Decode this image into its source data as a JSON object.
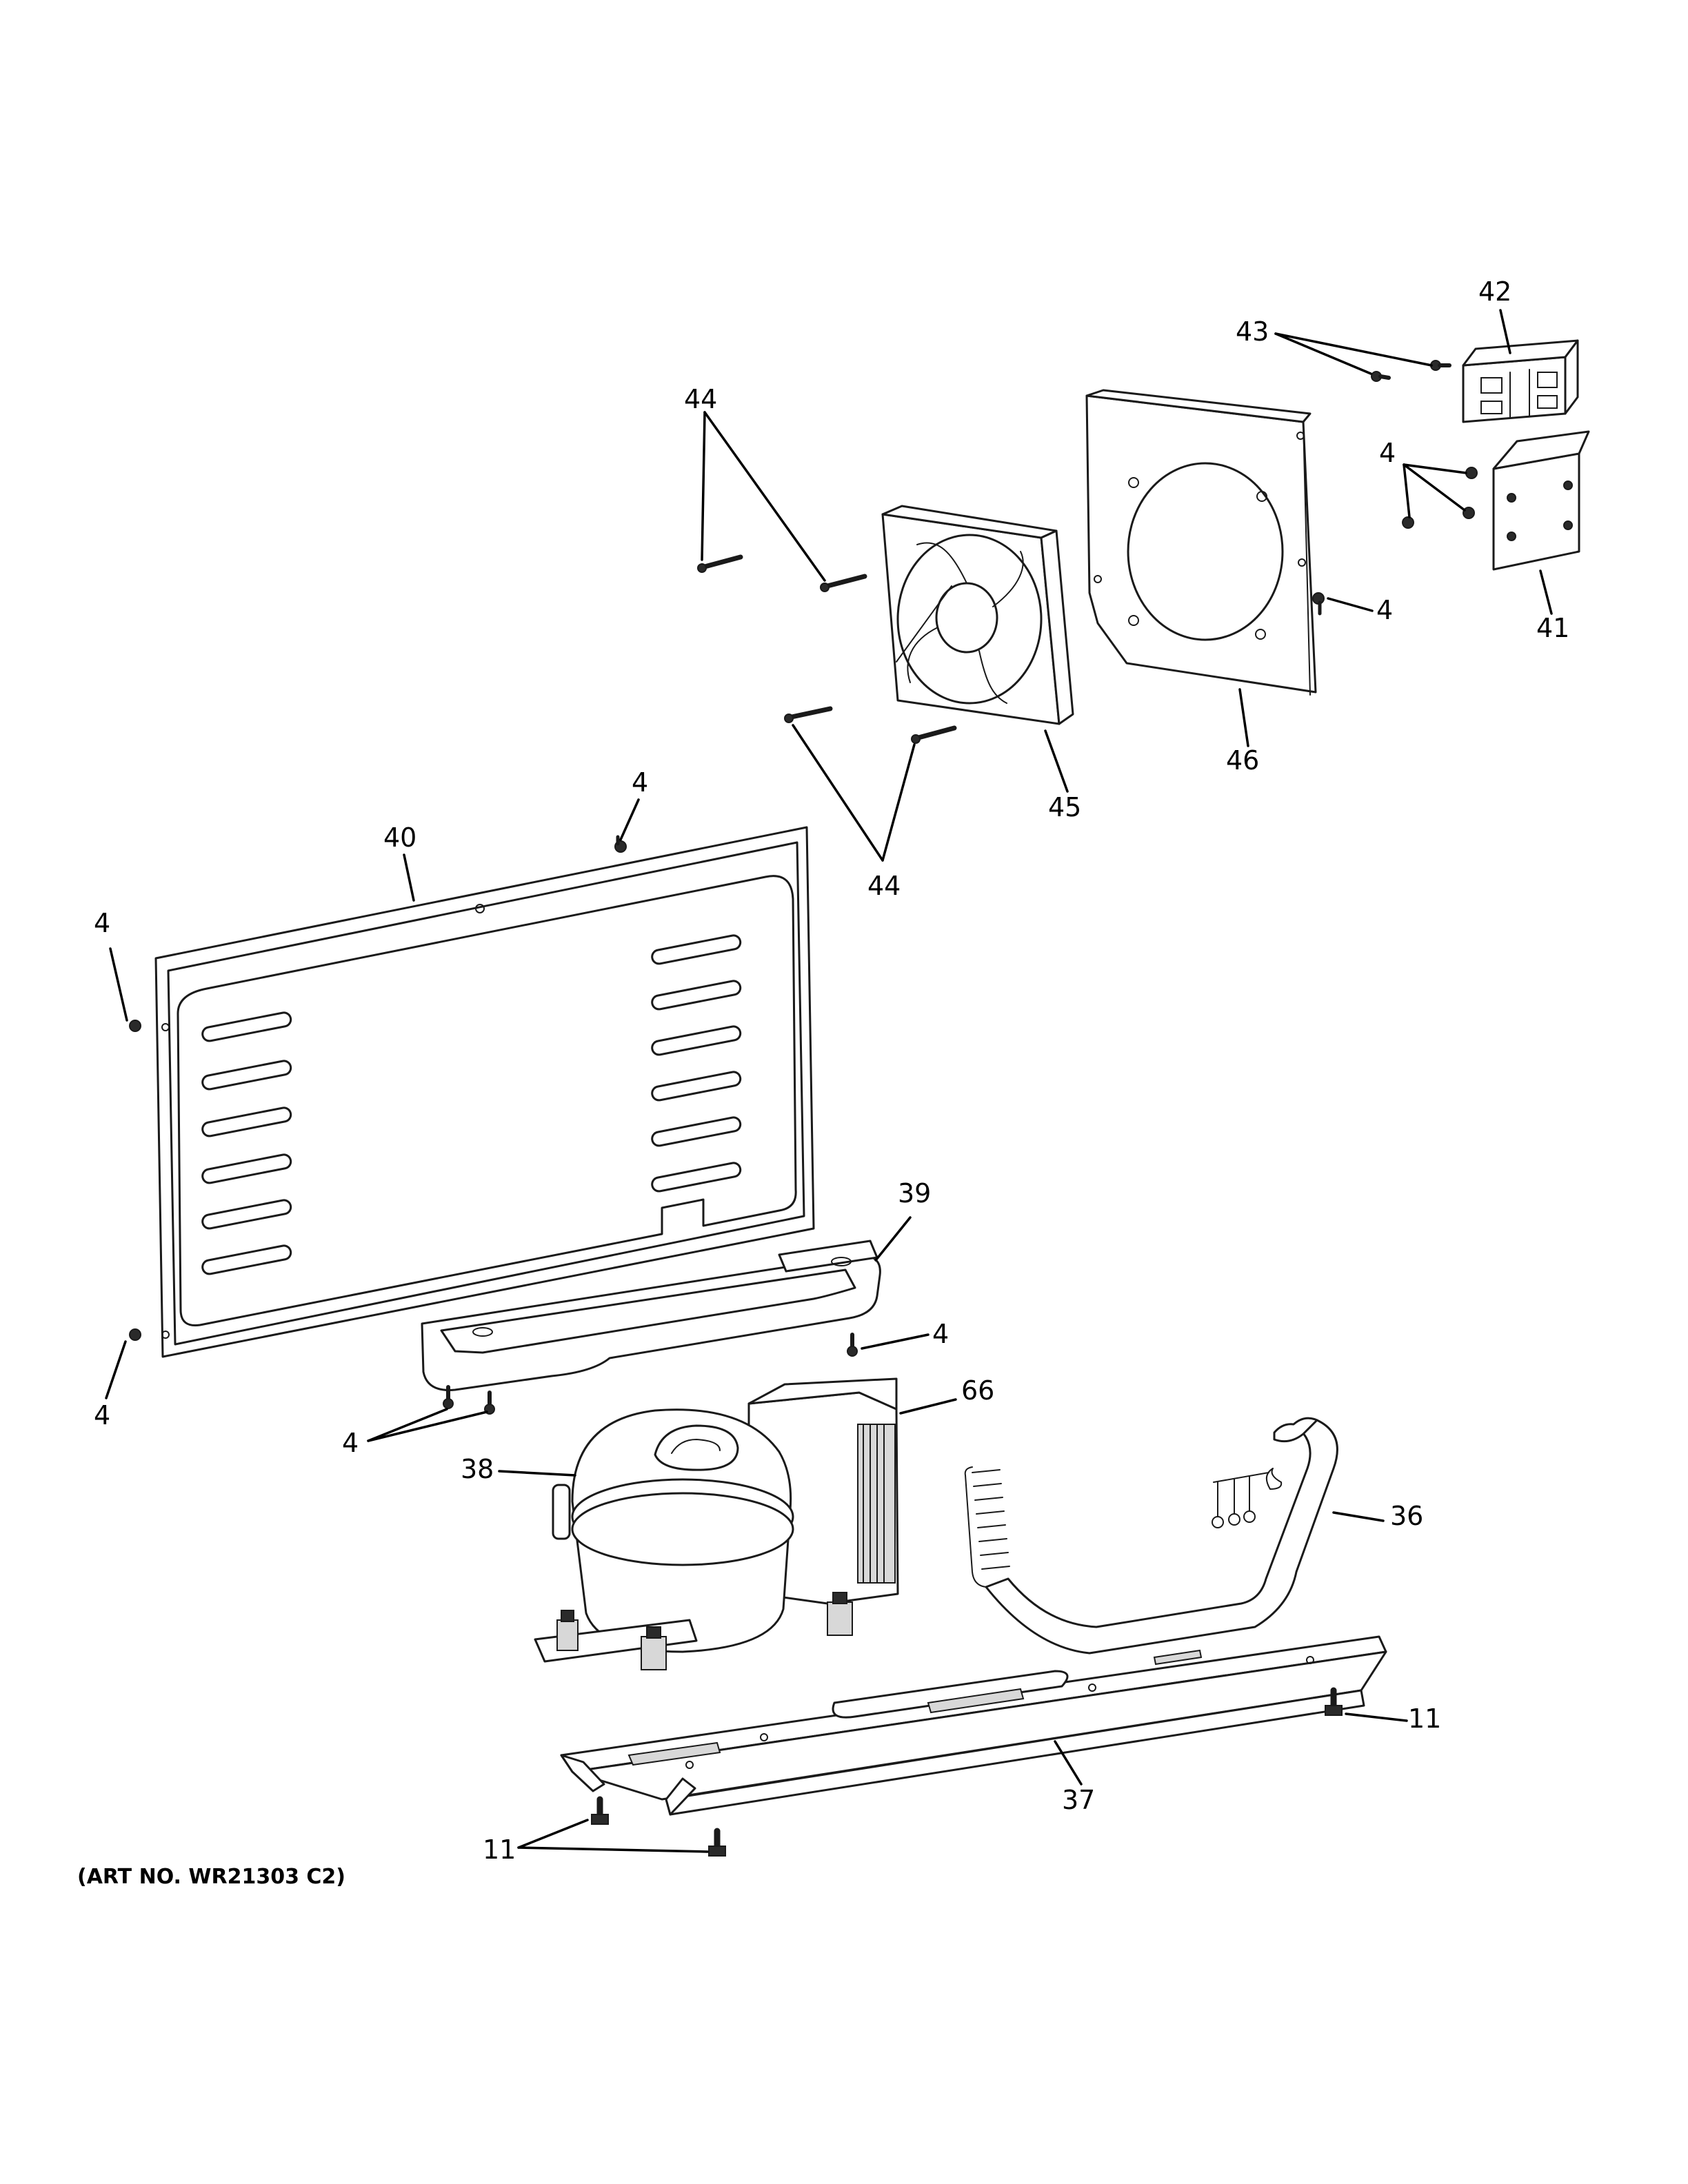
{
  "diagram": {
    "art_number": "(ART NO. WR21303 C2)",
    "callouts": {
      "c42": "42",
      "c43": "43",
      "c44_top": "44",
      "c4_right_bracket": "4",
      "c4_plate": "4",
      "c41": "41",
      "c46": "46",
      "c45": "45",
      "c44_bottom": "44",
      "c4_panel_top": "4",
      "c40": "40",
      "c4_panel_left": "4",
      "c4_panel_bottom": "4",
      "c39": "39",
      "c4_tray_right": "4",
      "c4_tray_left": "4",
      "c66": "66",
      "c38": "38",
      "c36": "36",
      "c11_right": "11",
      "c37": "37",
      "c11_bottom": "11"
    }
  }
}
